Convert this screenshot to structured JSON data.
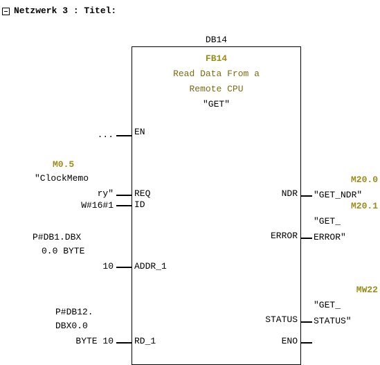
{
  "network": {
    "header": "Netzwerk 3 : Titel:"
  },
  "block": {
    "instance_db": "DB14",
    "fb_name": "FB14",
    "description_lines": [
      "Read Data From a",
      "Remote CPU"
    ],
    "symbol": "\"GET\""
  },
  "inputs": {
    "en": {
      "pin": "EN",
      "param": "..."
    },
    "req": {
      "pin": "REQ",
      "address": "M0.5",
      "symbol_lines": [
        "\"ClockMemo",
        "ry\""
      ]
    },
    "id": {
      "pin": "ID",
      "param": "W#16#1"
    },
    "addr_1": {
      "pin": "ADDR_1",
      "param_lines": [
        "P#DB1.DBX",
        "0.0 BYTE",
        "10"
      ]
    },
    "rd_1": {
      "pin": "RD_1",
      "param_lines": [
        "P#DB12.",
        "DBX0.0",
        "BYTE 10"
      ]
    }
  },
  "outputs": {
    "ndr": {
      "pin": "NDR",
      "address": "M20.0",
      "symbol_lines": [
        "\"GET_NDR\""
      ]
    },
    "error": {
      "pin": "ERROR",
      "address": "M20.1",
      "symbol_lines": [
        "\"GET_",
        "ERROR\""
      ]
    },
    "status": {
      "pin": "STATUS",
      "address": "MW22",
      "symbol_lines": [
        "\"GET_",
        "STATUS\""
      ]
    },
    "eno": {
      "pin": "ENO"
    }
  },
  "colors": {
    "address_accent": "#9a8c18",
    "background": "#ffffff",
    "lines": "#000000"
  },
  "icons": {
    "collapse": "minus-box-icon"
  }
}
